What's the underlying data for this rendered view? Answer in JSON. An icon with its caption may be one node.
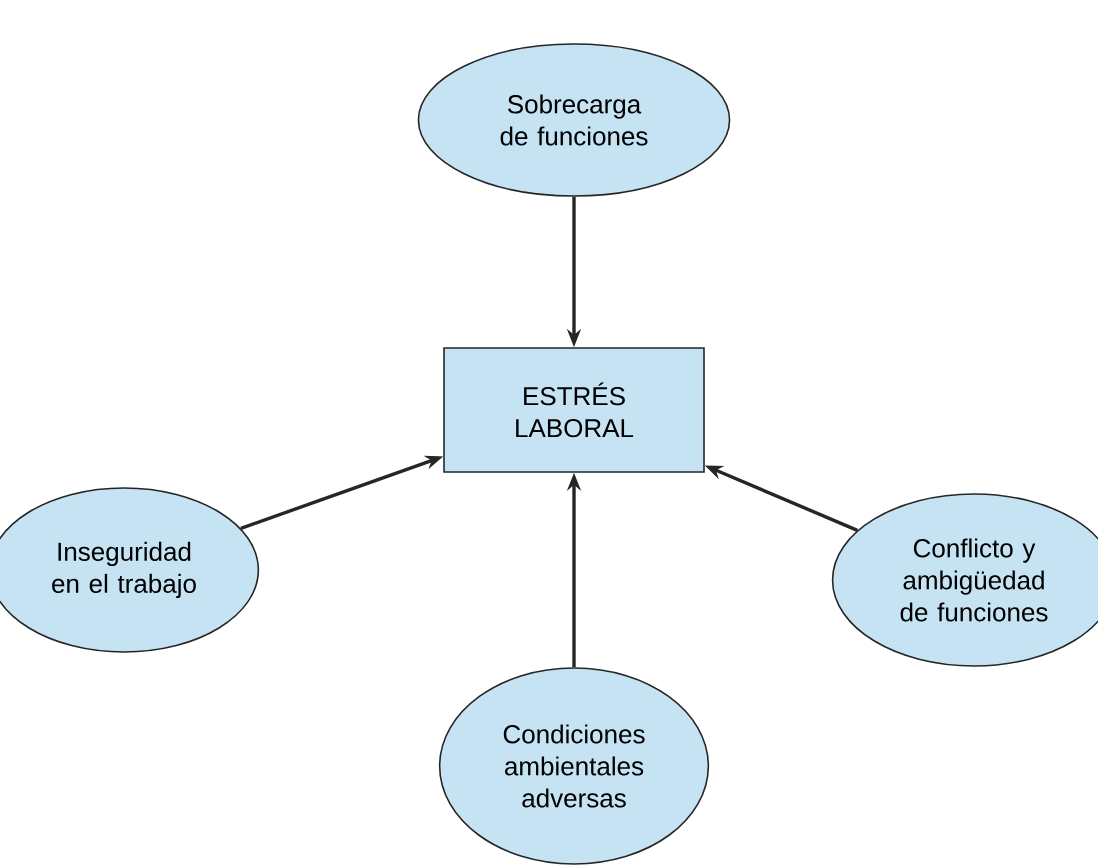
{
  "diagram": {
    "nodes": [
      {
        "text": [
          "ESTRÉS LABORAL"
        ]
      },
      {
        "text": [
          "Sobrecarga de funciones"
        ]
      },
      {
        "text": [
          "Inseguridad en el trabajo"
        ]
      },
      {
        "text": [
          "Conflicto y ambigüedad de funciones"
        ]
      },
      {
        "text": [
          "Condiciones ambientales adversas"
        ]
      }
    ],
    "edges": [
      {
        "from": 1,
        "to": 0,
        "arrow": "to"
      },
      {
        "from": 2,
        "to": 0,
        "arrow": "to"
      },
      {
        "from": 3,
        "to": 0,
        "arrow": "to"
      },
      {
        "from": 4,
        "to": 0,
        "arrow": "to"
      }
    ]
  }
}
